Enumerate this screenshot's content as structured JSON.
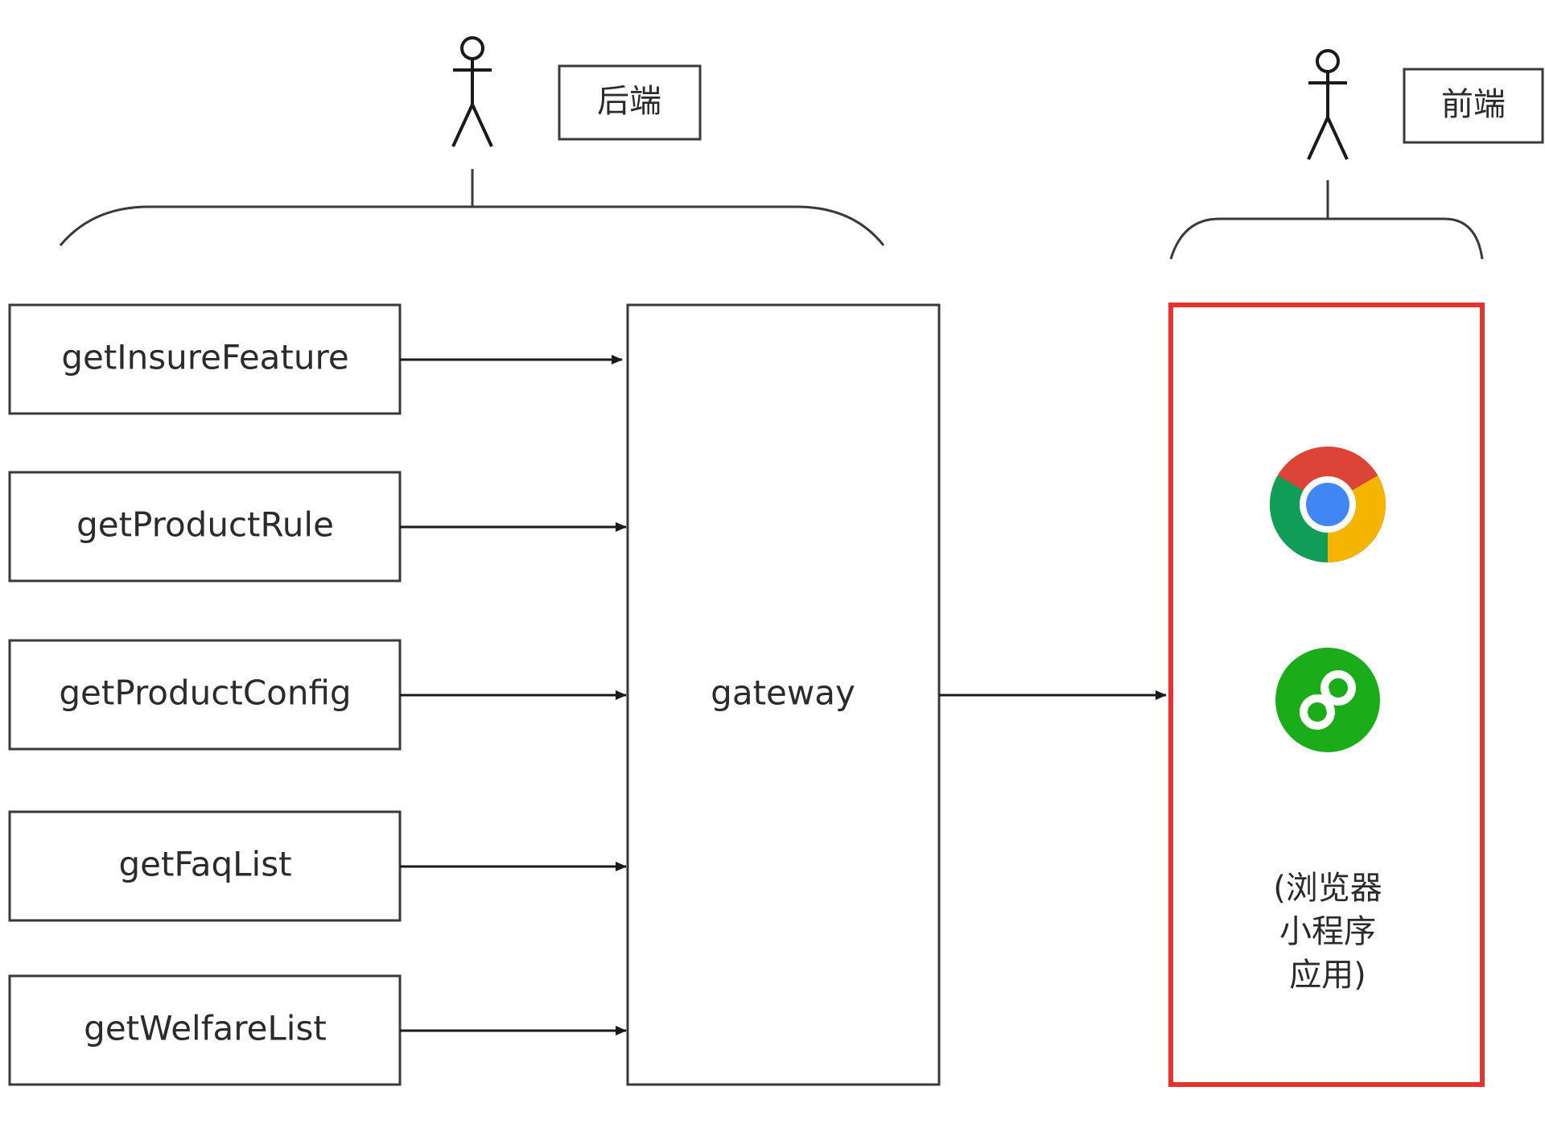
{
  "actors": {
    "backend": {
      "label": "后端"
    },
    "frontend": {
      "label": "前端"
    }
  },
  "apis": [
    {
      "name": "getInsureFeature"
    },
    {
      "name": "getProductRule"
    },
    {
      "name": "getProductConfig"
    },
    {
      "name": "getFaqList"
    },
    {
      "name": "getWelfareList"
    }
  ],
  "gateway": {
    "label": "gateway"
  },
  "clients": {
    "icons": [
      "chrome-icon",
      "mini-program-icon"
    ],
    "caption_lines": [
      "(浏览器",
      "小程序",
      "应用)"
    ],
    "border_color": "#e3342f"
  },
  "colors": {
    "chrome_red": "#db4437",
    "chrome_yellow": "#f4b400",
    "chrome_green": "#0f9d58",
    "chrome_blue": "#4285f4",
    "miniprogram_green": "#1aad19"
  }
}
